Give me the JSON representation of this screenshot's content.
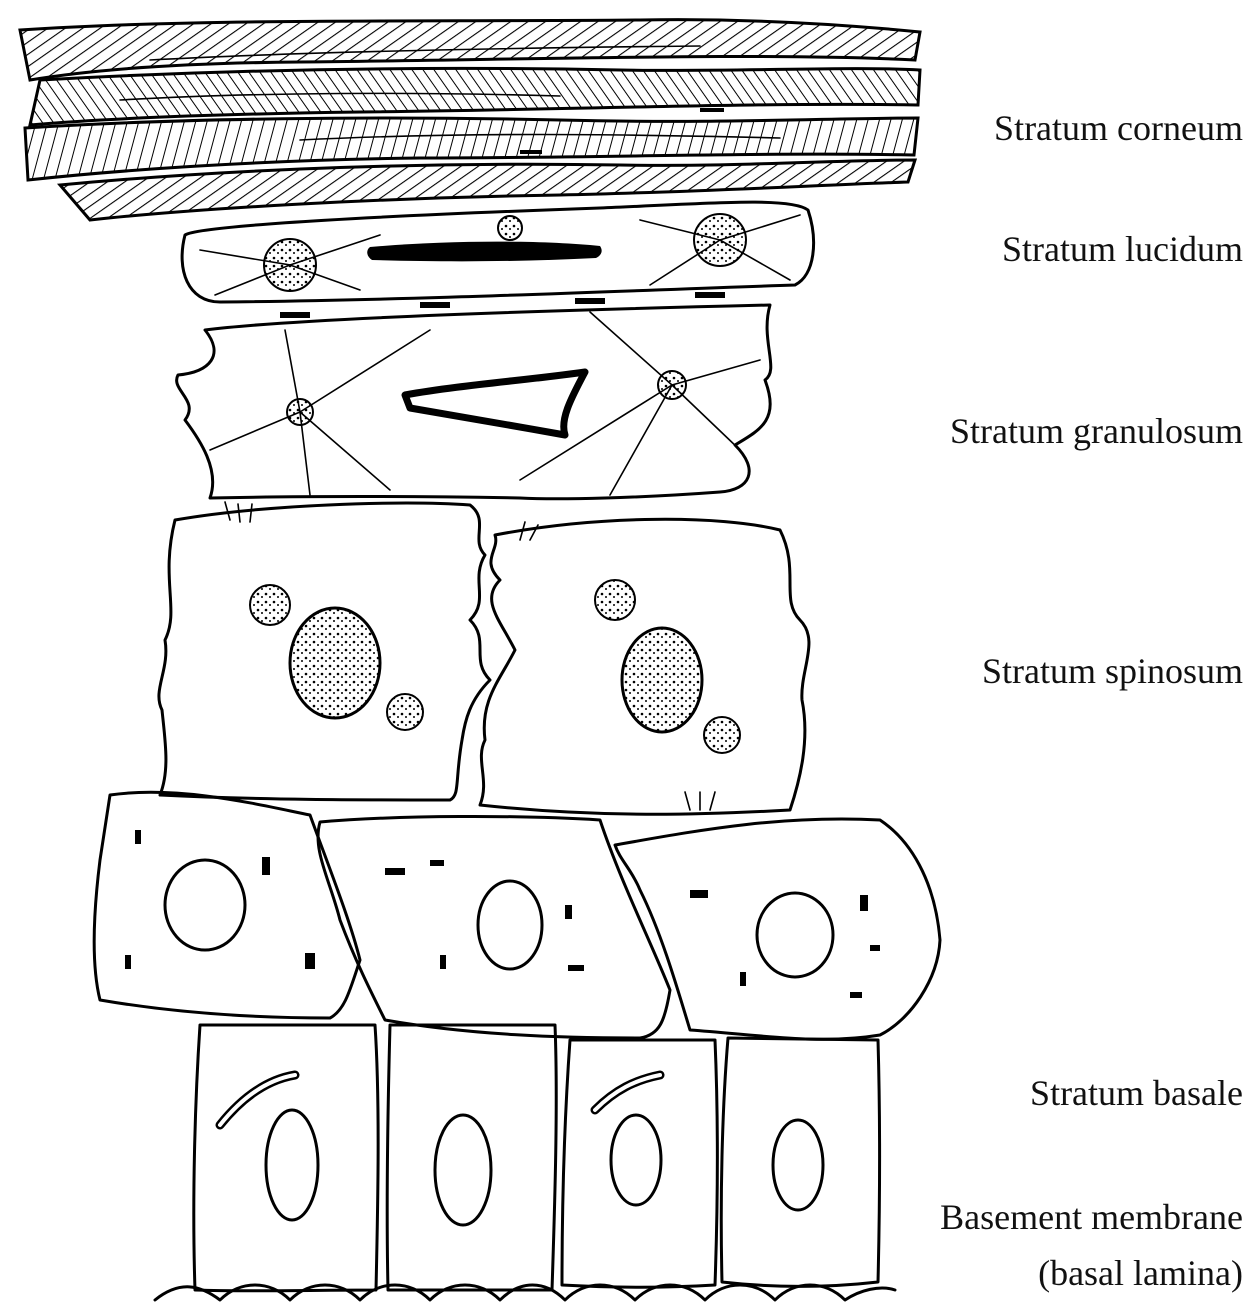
{
  "labels": {
    "stratum_corneum": "Stratum corneum",
    "stratum_lucidum": "Stratum lucidum",
    "stratum_granulosum": "Stratum granulosum",
    "stratum_spinosum": "Stratum spinosum",
    "stratum_basale": "Stratum basale",
    "basement_membrane": "Basement membrane",
    "basal_lamina": "(basal lamina)"
  },
  "colors": {
    "ink": "#000000",
    "background": "#ffffff"
  }
}
